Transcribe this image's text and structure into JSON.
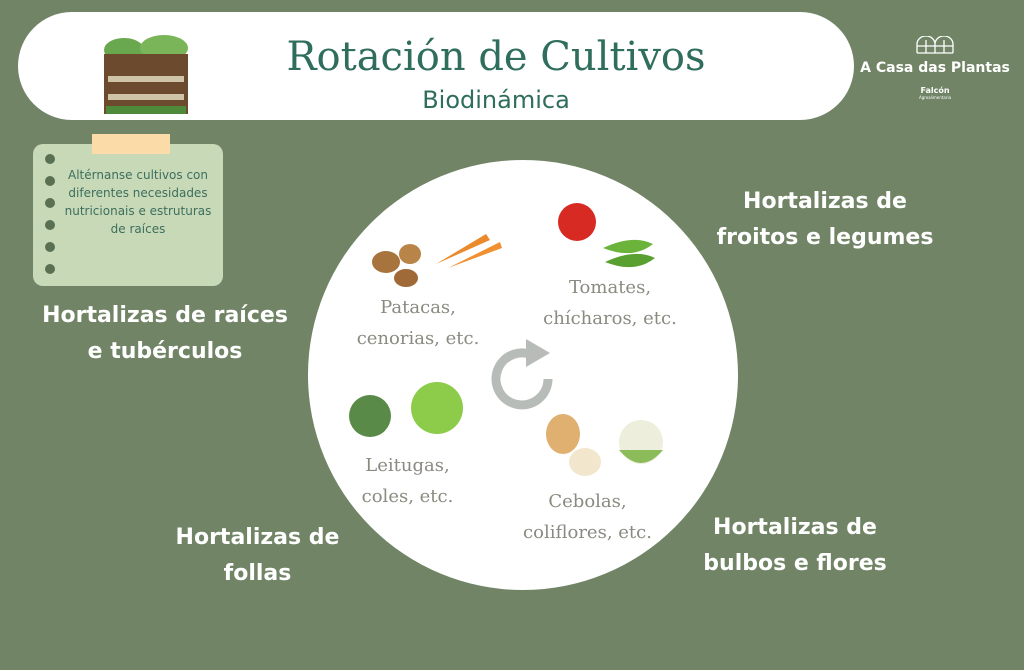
{
  "header": {
    "title": "Rotación de Cultivos",
    "subtitle": "Biodinámica"
  },
  "logo": {
    "name": "A Casa das Plantas",
    "brand": "Falcón",
    "tagline": "Agroalimentaria"
  },
  "note": {
    "text": "Altérnanse cultivos con diferentes necesidades nutricionais e estruturas de raíces"
  },
  "groups": [
    {
      "label": "Hortalizas de raíces e tubérculos",
      "examples": "Patacas, cenorias, etc."
    },
    {
      "label": "Hortalizas de froitos e legumes",
      "examples": "Tomates, chícharos, etc."
    },
    {
      "label": "Hortalizas de follas",
      "examples": "Leitugas, coles, etc."
    },
    {
      "label": "Hortalizas de bulbos e flores",
      "examples": "Cebolas, coliflores, etc."
    }
  ],
  "colors": {
    "background": "#718566",
    "accent": "#2f6d5c"
  }
}
